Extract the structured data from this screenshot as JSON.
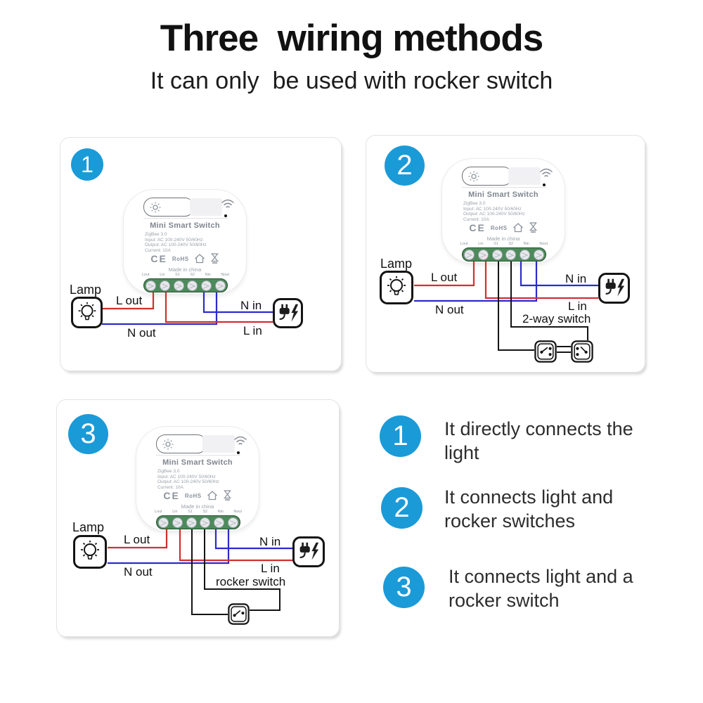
{
  "title": "Three  wiring methods",
  "subtitle": "It can only  be used with rocker switch",
  "colors": {
    "accent_blue": "#1b9ad8",
    "wire_live": "#cf3131",
    "wire_neutral": "#2b2bcc",
    "wire_switch": "#141414",
    "terminal_green": "#4c8a5a"
  },
  "device": {
    "name": "Mini Smart Switch",
    "protocol": "ZigBee 3.0",
    "input_line": "Input: AC 100-240V 50/60Hz",
    "output_line": "Output: AC 100-240V 50/60Hz",
    "current_line": "Current: 10A",
    "made_in": "Made in china",
    "certifications": [
      "CE",
      "RoHS"
    ],
    "terminals": [
      "Lout",
      "Lin",
      "S1",
      "S2",
      "Nin",
      "Nout"
    ]
  },
  "icons": {
    "lamp": "light-bulb-outline",
    "power_source": "plug-and-lightning-bolt",
    "device_indicator": "sun-glyph",
    "wireless": "wifi-arcs",
    "extra_marks": [
      "house-outline",
      "weee-crossed-bin"
    ]
  },
  "labels": {
    "lamp": "Lamp",
    "l_out": "L out",
    "n_out": "N out",
    "n_in": "N in",
    "l_in": "L in",
    "two_way_switch": "2-way switch",
    "rocker_switch": "rocker switch"
  },
  "panels": [
    {
      "number": "1"
    },
    {
      "number": "2"
    },
    {
      "number": "3"
    }
  ],
  "legend": [
    {
      "number": "1",
      "text": "It directly connects the light"
    },
    {
      "number": "2",
      "text": "It connects light and rocker switches"
    },
    {
      "number": "3",
      "text": "It connects light and a rocker switch"
    }
  ]
}
